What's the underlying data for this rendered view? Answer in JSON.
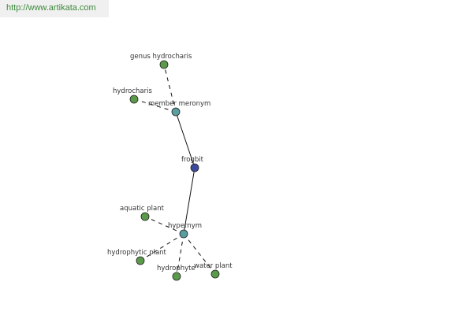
{
  "watermark": {
    "url": "http://www.artikata.com"
  },
  "colors": {
    "leaf_node": "#5a9a4a",
    "relation_node": "#5a9ea0",
    "center_node": "#3b4a9a",
    "edge": "#111111"
  },
  "graph": {
    "nodes": [
      {
        "id": "frogbit",
        "label": "frogbit",
        "kind": "center"
      },
      {
        "id": "member_meronym",
        "label": "member meronym",
        "kind": "relation"
      },
      {
        "id": "hypernym",
        "label": "hypernym",
        "kind": "relation"
      },
      {
        "id": "genus_hydrocharis",
        "label": "genus hydrocharis",
        "kind": "leaf"
      },
      {
        "id": "hydrocharis",
        "label": "hydrocharis",
        "kind": "leaf"
      },
      {
        "id": "aquatic_plant",
        "label": "aquatic plant",
        "kind": "leaf"
      },
      {
        "id": "hydrophytic_plant",
        "label": "hydrophytic plant",
        "kind": "leaf"
      },
      {
        "id": "hydrophyte",
        "label": "hydrophyte",
        "kind": "leaf"
      },
      {
        "id": "water_plant",
        "label": "water plant",
        "kind": "leaf"
      }
    ],
    "edges": [
      {
        "from": "frogbit",
        "to": "member_meronym",
        "style": "solid"
      },
      {
        "from": "frogbit",
        "to": "hypernym",
        "style": "solid"
      },
      {
        "from": "member_meronym",
        "to": "genus_hydrocharis",
        "style": "dashed"
      },
      {
        "from": "member_meronym",
        "to": "hydrocharis",
        "style": "dashed"
      },
      {
        "from": "hypernym",
        "to": "aquatic_plant",
        "style": "dashed"
      },
      {
        "from": "hypernym",
        "to": "hydrophytic_plant",
        "style": "dashed"
      },
      {
        "from": "hypernym",
        "to": "hydrophyte",
        "style": "dashed"
      },
      {
        "from": "hypernym",
        "to": "water_plant",
        "style": "dashed"
      }
    ]
  }
}
